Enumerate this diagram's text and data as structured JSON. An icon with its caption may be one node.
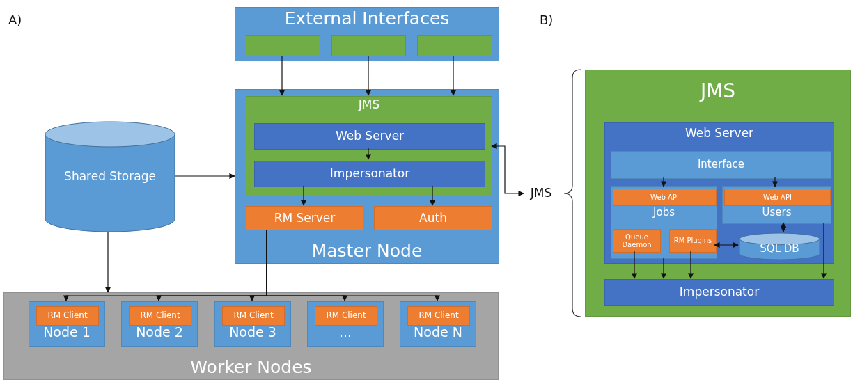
{
  "diagram": {
    "nodes": [
      {
        "text": [
          "External Interfaces"
        ]
      },
      {
        "text": [],
        "shape": "box",
        "in": 0
      },
      {
        "text": [],
        "shape": "box",
        "in": 0
      },
      {
        "text": [],
        "shape": "box",
        "in": 0
      },
      {
        "text": [
          "Master Node"
        ]
      },
      {
        "text": [
          "JMS"
        ],
        "in": 4
      },
      {
        "text": [
          "Web Server"
        ],
        "in": 5
      },
      {
        "text": [
          "Impersonator"
        ],
        "in": 5
      },
      {
        "text": [
          "RM Server"
        ],
        "in": 4
      },
      {
        "text": [
          "Auth"
        ],
        "in": 4
      },
      {
        "text": [
          "Shared Storage"
        ]
      },
      {
        "text": [
          "Worker Nodes"
        ]
      },
      {
        "text": [
          "Node 1"
        ],
        "in": 11
      },
      {
        "text": [
          "RM Client"
        ],
        "in": 12
      },
      {
        "text": [
          "Node 2"
        ],
        "in": 11
      },
      {
        "text": [
          "RM Client"
        ],
        "in": 14
      },
      {
        "text": [
          "Node 3"
        ],
        "in": 11
      },
      {
        "text": [
          "RM Client"
        ],
        "in": 16
      },
      {
        "text": [
          "..."
        ],
        "in": 11
      },
      {
        "text": [
          "RM Client"
        ],
        "in": 18
      },
      {
        "text": [
          "Node N"
        ],
        "in": 11
      },
      {
        "text": [
          "RM Client"
        ],
        "in": 20
      },
      {
        "text": [
          "JMS"
        ]
      },
      {
        "text": [
          "JMS"
        ]
      },
      {
        "text": [
          "Web Server"
        ],
        "in": 23
      },
      {
        "text": [
          "Interface"
        ],
        "in": 24
      },
      {
        "text": [
          "Jobs"
        ],
        "in": 24
      },
      {
        "text": [
          "Web API"
        ],
        "in": 26
      },
      {
        "text": [
          "Queue Daemon"
        ],
        "in": 26
      },
      {
        "text": [
          "RM Plugins"
        ],
        "in": 26
      },
      {
        "text": [
          "Users"
        ],
        "in": 24
      },
      {
        "text": [
          "Web API"
        ],
        "in": 30
      },
      {
        "text": [
          "SQL DB"
        ],
        "in": 24
      },
      {
        "text": [
          "Impersonator"
        ],
        "in": 23
      }
    ],
    "edges": [
      {
        "from": 1,
        "to": 5,
        "arrow": "to"
      },
      {
        "from": 2,
        "to": 5,
        "arrow": "to"
      },
      {
        "from": 3,
        "to": 5,
        "arrow": "to"
      },
      {
        "from": 6,
        "to": 7,
        "arrow": "to"
      },
      {
        "from": 7,
        "to": 8,
        "arrow": "to"
      },
      {
        "from": 7,
        "to": 9,
        "arrow": "to"
      },
      {
        "from": 10,
        "to": 4,
        "arrow": "to"
      },
      {
        "from": 10,
        "to": 11,
        "arrow": "to"
      },
      {
        "from": 8,
        "to": 12,
        "arrow": "to"
      },
      {
        "from": 8,
        "to": 14,
        "arrow": "to"
      },
      {
        "from": 8,
        "to": 16,
        "arrow": "to"
      },
      {
        "from": 8,
        "to": 18,
        "arrow": "to"
      },
      {
        "from": 8,
        "to": 20,
        "arrow": "to"
      },
      {
        "from": 22,
        "to": 5,
        "arrow": "both"
      },
      {
        "from": 25,
        "to": 27,
        "arrow": "to"
      },
      {
        "from": 25,
        "to": 31,
        "arrow": "to"
      },
      {
        "from": 30,
        "to": 32,
        "arrow": "both"
      },
      {
        "from": 29,
        "to": 32,
        "arrow": "both"
      },
      {
        "from": 28,
        "to": 33,
        "arrow": "to"
      },
      {
        "from": 26,
        "to": 33,
        "arrow": "to"
      },
      {
        "from": 29,
        "to": 33,
        "arrow": "to"
      },
      {
        "from": 30,
        "to": 33,
        "arrow": "to"
      }
    ],
    "labels": [
      "A)",
      "B)"
    ]
  }
}
